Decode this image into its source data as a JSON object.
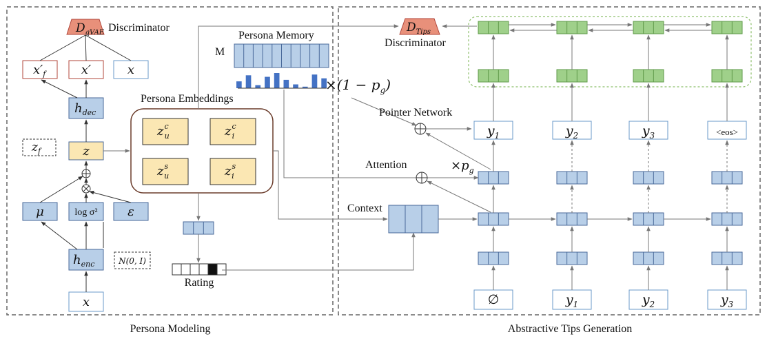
{
  "panels": {
    "left_title": "Persona Modeling",
    "right_title": "Abstractive Tips Generation"
  },
  "vae": {
    "discriminator_symbol": "D",
    "discriminator_sub": "qVAE",
    "discriminator_label": "Discriminator",
    "xf_prime": "x′",
    "xf_prime_sub": "f",
    "x_prime": "x′",
    "x_real": "x",
    "h_dec": "h",
    "h_dec_sub": "dec",
    "z_f": "z",
    "z_f_sub": "f",
    "z": "z",
    "plus": "⊕",
    "times": "⊗",
    "mu": "μ",
    "logsigma": "log σ²",
    "epsilon": "ε",
    "h_enc": "h",
    "h_enc_sub": "enc",
    "normal": "N(0, I)",
    "x_input": "x"
  },
  "persona": {
    "embeddings_title": "Persona Embeddings",
    "zuc": "z",
    "zuc_sup": "c",
    "zuc_sub": "u",
    "zic": "z",
    "zic_sup": "c",
    "zic_sub": "i",
    "zus": "z",
    "zus_sup": "s",
    "zus_sub": "u",
    "zis": "z",
    "zis_sup": "s",
    "zis_sub": "i",
    "memory_title": "Persona Memory",
    "memory_label": "M",
    "memory_weights": [
      0.45,
      0.85,
      0.2,
      0.75,
      1.0,
      0.55,
      0.25,
      0.1,
      0.9,
      0.65
    ],
    "rating_label": "Rating",
    "rating_filled_index": 4
  },
  "generator": {
    "discriminator_symbol": "D",
    "discriminator_sub": "Tips",
    "discriminator_label": "Discriminator",
    "one_minus_pg": "×(1 − p",
    "one_minus_pg_sub": "g",
    "one_minus_pg_close": ")",
    "times_pg": "×p",
    "times_pg_sub": "g",
    "pointer_label": "Pointer Network",
    "attention_label": "Attention",
    "context_label": "Context",
    "outputs": [
      {
        "text": "y",
        "sub": "1"
      },
      {
        "text": "y",
        "sub": "2"
      },
      {
        "text": "y",
        "sub": "3"
      },
      {
        "text": "<eos>",
        "sub": ""
      }
    ],
    "inputs": [
      {
        "text": "∅",
        "sub": ""
      },
      {
        "text": "y",
        "sub": "1"
      },
      {
        "text": "y",
        "sub": "2"
      },
      {
        "text": "y",
        "sub": "3"
      }
    ]
  },
  "colors": {
    "blue_fill": "#b8cfe8",
    "blue_stroke": "#4a6a9a",
    "green_fill": "#9fd08a",
    "green_stroke": "#5f9a4a",
    "yellow_fill": "#fbe7b3",
    "red_fill": "#e8907a",
    "red_stroke": "#b0453a",
    "brown": "#6a3b2a",
    "bar_blue": "#4472c4"
  }
}
